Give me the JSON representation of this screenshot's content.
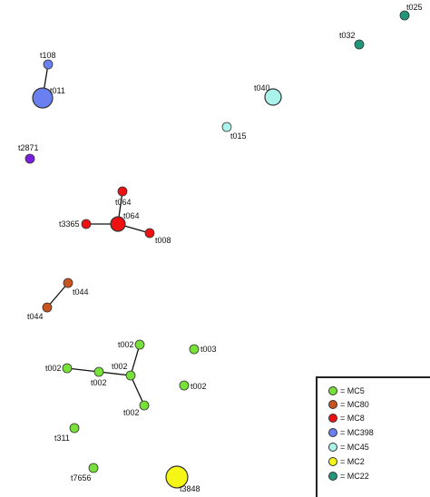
{
  "nodes": [
    {
      "id": "n-t025",
      "label": "t025",
      "group": "MC22"
    },
    {
      "id": "n-t032",
      "label": "t032",
      "group": "MC22"
    },
    {
      "id": "n-t108",
      "label": "t108",
      "group": "MC398"
    },
    {
      "id": "n-t011",
      "label": "t011",
      "group": "MC398"
    },
    {
      "id": "n-t040",
      "label": "t040",
      "group": "MC45"
    },
    {
      "id": "n-t015",
      "label": "t015",
      "group": "MC45"
    },
    {
      "id": "n-t2871",
      "label": "t2871",
      "group": "other"
    },
    {
      "id": "n-t064a",
      "label": "t064",
      "group": "MC8"
    },
    {
      "id": "n-t064b",
      "label": "t064",
      "group": "MC8"
    },
    {
      "id": "n-t3365",
      "label": "t3365",
      "group": "MC8"
    },
    {
      "id": "n-t008",
      "label": "t008",
      "group": "MC8"
    },
    {
      "id": "n-t044a",
      "label": "t044",
      "group": "MC80"
    },
    {
      "id": "n-t044b",
      "label": "t044",
      "group": "MC80"
    },
    {
      "id": "n-t002a",
      "label": "t002",
      "group": "MC5"
    },
    {
      "id": "n-t002b",
      "label": "t002",
      "group": "MC5"
    },
    {
      "id": "n-t002c",
      "label": "t002",
      "group": "MC5"
    },
    {
      "id": "n-t002d",
      "label": "t002",
      "group": "MC5"
    },
    {
      "id": "n-t002hub",
      "label": "t002",
      "group": "MC5"
    },
    {
      "id": "n-t002e",
      "label": "t002",
      "group": "MC5"
    },
    {
      "id": "n-t003",
      "label": "t003",
      "group": "MC5"
    },
    {
      "id": "n-t311",
      "label": "t311",
      "group": "MC5"
    },
    {
      "id": "n-t7656",
      "label": "t7656",
      "group": "MC5"
    },
    {
      "id": "n-t3848",
      "label": "t3848",
      "group": "MC2"
    }
  ],
  "edges": [
    [
      "n-t108",
      "n-t011"
    ],
    [
      "n-t064b",
      "n-t064a"
    ],
    [
      "n-t064b",
      "n-t3365"
    ],
    [
      "n-t064b",
      "n-t008"
    ],
    [
      "n-t044a",
      "n-t044b"
    ],
    [
      "n-t002hub",
      "n-t002a"
    ],
    [
      "n-t002hub",
      "n-t002c"
    ],
    [
      "n-t002hub",
      "n-t002e"
    ],
    [
      "n-t002c",
      "n-t002b"
    ]
  ],
  "colors": {
    "MC5": "#77e13a",
    "MC80": "#c8531e",
    "MC8": "#ee1111",
    "MC398": "#6a7ff0",
    "MC45": "#aaf2ea",
    "MC2": "#f5f516",
    "MC22": "#22967a",
    "other": "#7a1ee0"
  },
  "legend": [
    {
      "group": "MC5",
      "label": "= MC5"
    },
    {
      "group": "MC80",
      "label": "= MC80"
    },
    {
      "group": "MC8",
      "label": "= MC8"
    },
    {
      "group": "MC398",
      "label": "= MC398"
    },
    {
      "group": "MC45",
      "label": "= MC45"
    },
    {
      "group": "MC2",
      "label": "= MC2"
    },
    {
      "group": "MC22",
      "label": "= MC22"
    }
  ]
}
